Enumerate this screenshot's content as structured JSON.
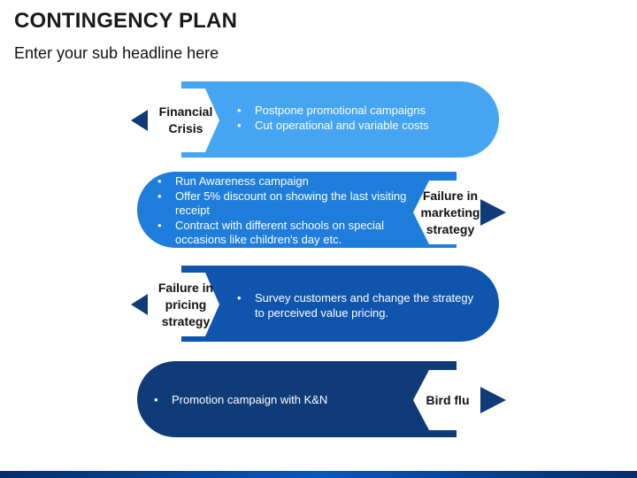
{
  "header": {
    "title": "CONTINGENCY PLAN",
    "subtitle": "Enter your sub headline here"
  },
  "colors": {
    "light_blue": "#45a5f2",
    "mid_blue": "#1f7ddc",
    "dark_blue": "#1055ad",
    "navy": "#0f3b78"
  },
  "rows": [
    {
      "label": "Financial Crisis",
      "bullets": [
        "Postpone promotional campaigns",
        "Cut operational and variable costs"
      ]
    },
    {
      "label": "Failure in marketing strategy",
      "bullets": [
        "Run Awareness campaign",
        "Offer 5% discount on showing the last visiting receipt",
        "Contract with different schools on special occasions like children's day etc."
      ]
    },
    {
      "label": "Failure in pricing strategy",
      "bullets": [
        "Survey customers and change the strategy to perceived value pricing."
      ]
    },
    {
      "label": "Bird flu",
      "bullets": [
        "Promotion campaign with K&N"
      ]
    }
  ]
}
